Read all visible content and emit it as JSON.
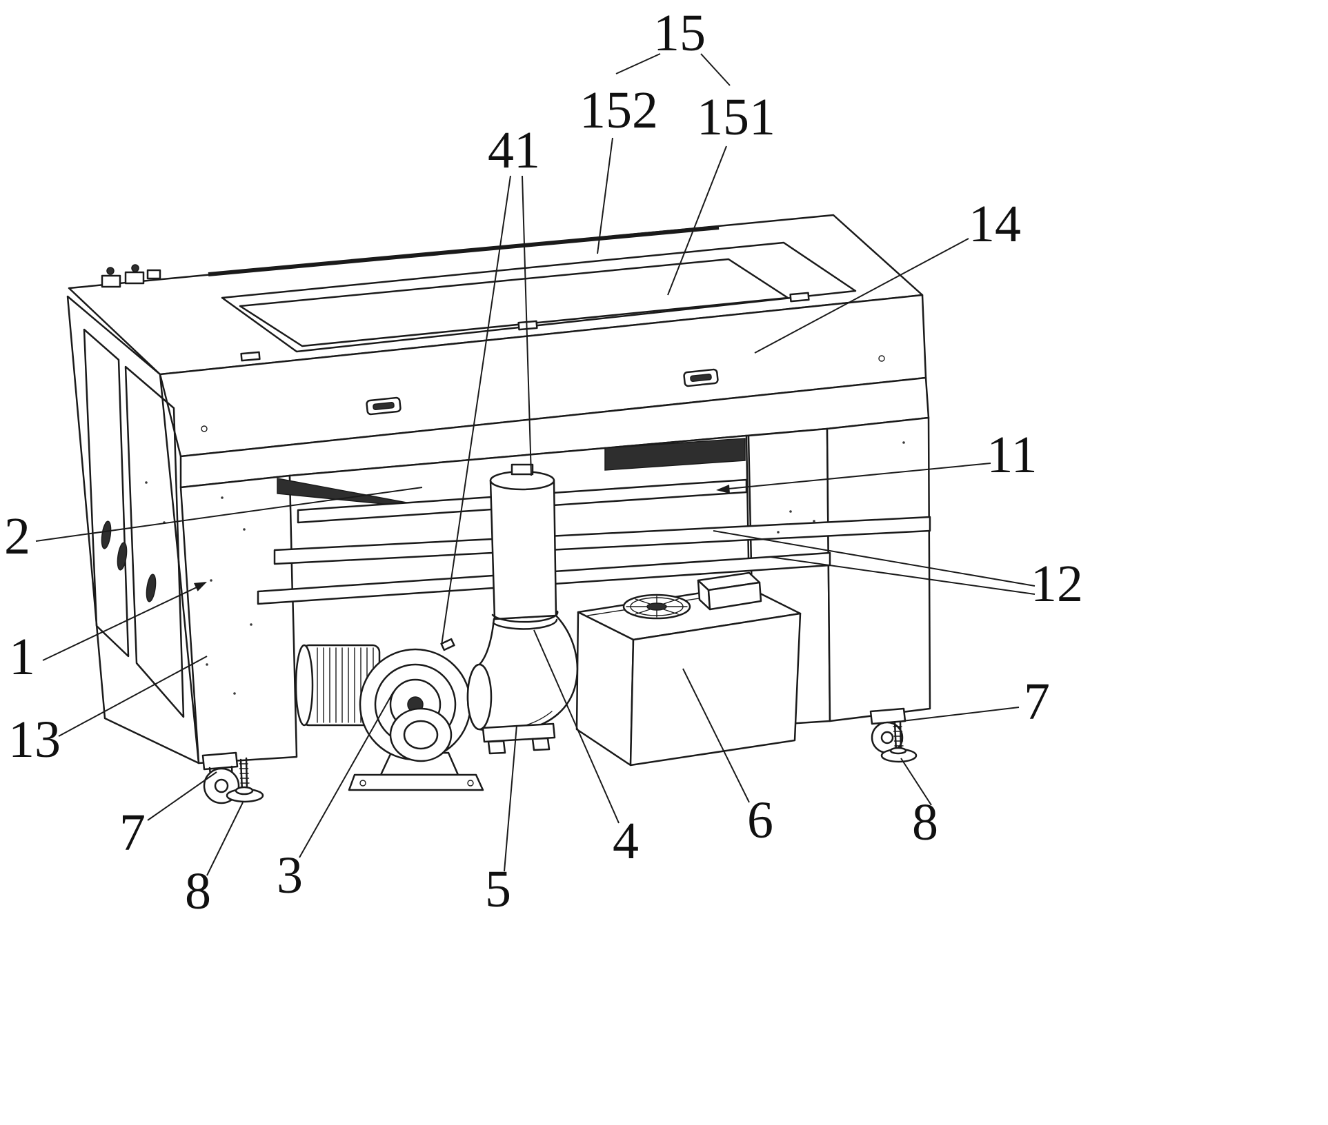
{
  "figure": {
    "background_color": "#ffffff",
    "line_color": "#1a1a1a"
  },
  "callouts": [
    {
      "id": "15",
      "text": "15"
    },
    {
      "id": "152",
      "text": "152"
    },
    {
      "id": "151",
      "text": "151"
    },
    {
      "id": "41",
      "text": "41"
    },
    {
      "id": "14",
      "text": "14"
    },
    {
      "id": "11",
      "text": "11"
    },
    {
      "id": "2",
      "text": "2"
    },
    {
      "id": "12",
      "text": "12"
    },
    {
      "id": "1",
      "text": "1"
    },
    {
      "id": "13",
      "text": "13"
    },
    {
      "id": "3",
      "text": "3"
    },
    {
      "id": "5",
      "text": "5"
    },
    {
      "id": "4",
      "text": "4"
    },
    {
      "id": "6",
      "text": "6"
    },
    {
      "id": "7-left",
      "text": "7"
    },
    {
      "id": "8-left",
      "text": "8"
    },
    {
      "id": "7-right",
      "text": "7"
    },
    {
      "id": "8-right",
      "text": "8"
    }
  ]
}
